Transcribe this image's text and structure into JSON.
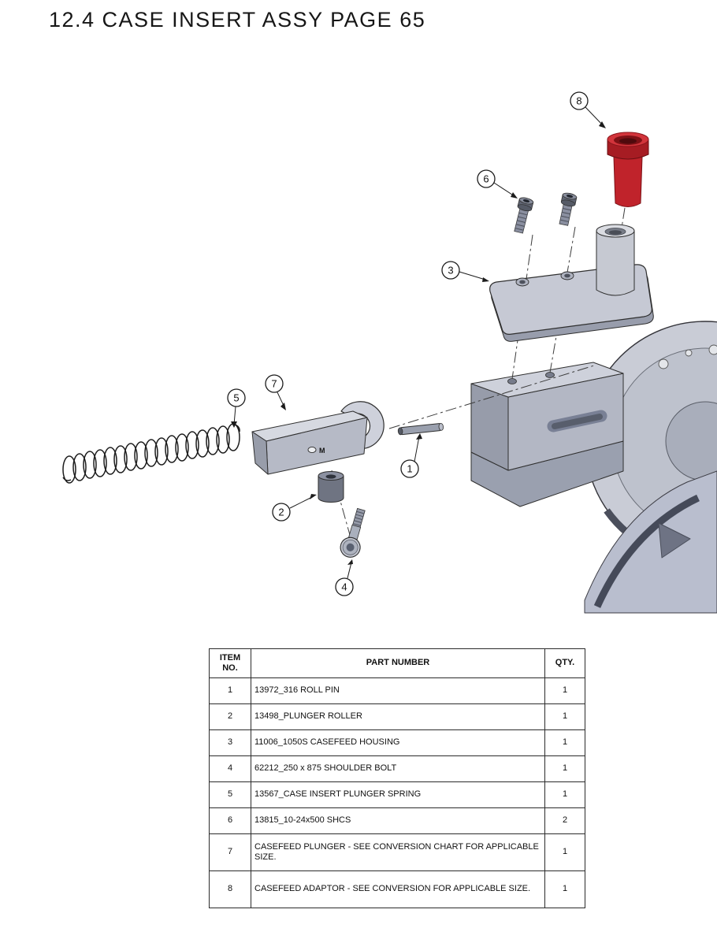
{
  "page": {
    "title": "12.4 CASE INSERT ASSY PAGE 65"
  },
  "colors": {
    "adapter_red": "#c0232b",
    "part_gray": "#c6c9d4"
  },
  "diagram": {
    "balloons": [
      "1",
      "2",
      "3",
      "4",
      "5",
      "6",
      "7",
      "8"
    ],
    "plunger_mark": "M"
  },
  "table": {
    "headers": {
      "item": "ITEM NO.",
      "part": "PART NUMBER",
      "qty": "QTY."
    },
    "rows": [
      {
        "item": "1",
        "part": "13972_316 ROLL PIN",
        "qty": "1"
      },
      {
        "item": "2",
        "part": "13498_PLUNGER ROLLER",
        "qty": "1"
      },
      {
        "item": "3",
        "part": "11006_1050S CASEFEED HOUSING",
        "qty": "1"
      },
      {
        "item": "4",
        "part": "62212_250 x 875 SHOULDER BOLT",
        "qty": "1"
      },
      {
        "item": "5",
        "part": "13567_CASE INSERT PLUNGER SPRING",
        "qty": "1"
      },
      {
        "item": "6",
        "part": "13815_10-24x500 SHCS",
        "qty": "2"
      },
      {
        "item": "7",
        "part": "CASEFEED PLUNGER - SEE CONVERSION CHART FOR APPLICABLE SIZE.",
        "qty": "1"
      },
      {
        "item": "8",
        "part": "CASEFEED ADAPTOR - SEE CONVERSION FOR APPLICABLE SIZE.",
        "qty": "1"
      }
    ]
  }
}
